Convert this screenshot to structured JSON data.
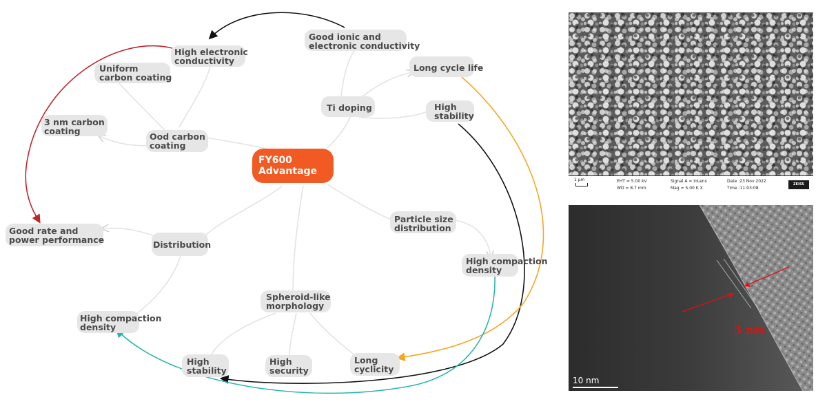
{
  "diagram": {
    "center": {
      "line1": "FY600",
      "line2": "Advantage",
      "color": "#f15a22"
    },
    "nodes": {
      "good_ionic": [
        "Good ionic and",
        "electronic conductivity"
      ],
      "high_electronic": [
        "High electronic",
        "conductivity"
      ],
      "long_cycle_life": [
        "Long cycle life"
      ],
      "uniform_carbon": [
        "Uniform",
        "carbon coating"
      ],
      "ti_doping": [
        "Ti doping"
      ],
      "high_stability_top": [
        "High",
        "stability"
      ],
      "three_nm": [
        "3 nm carbon",
        "coating"
      ],
      "ood_carbon": [
        "Ood carbon",
        "coating"
      ],
      "particle_size": [
        "Particle size",
        "distribution"
      ],
      "good_rate": [
        "Good rate and",
        "power performance"
      ],
      "distribution": [
        "Distribution"
      ],
      "high_compaction_right": [
        "High compaction",
        "density"
      ],
      "spheroid": [
        "Spheroid-like",
        "morphology"
      ],
      "high_compaction_left": [
        "High compaction",
        "density"
      ],
      "high_stability_bottom": [
        "High",
        "stability"
      ],
      "high_security": [
        "High",
        "security"
      ],
      "long_cyclicity": [
        "Long",
        "cyclicity"
      ]
    },
    "arrow_colors": {
      "red": "#c0252a",
      "black": "#111111",
      "orange": "#f5a623",
      "teal": "#2bb5b0"
    }
  },
  "sem": {
    "scale": "1 µm",
    "ent": "EHT = 5.00 kV",
    "wd": "WD = 8.7 mm",
    "signal": "Signal A = InLens",
    "mag": "Mag = 5.00 K X",
    "date": "Date :23 Nov 2022",
    "time": "Time :11:03:08",
    "brand": "ZEISS"
  },
  "tem": {
    "label": "3 nm",
    "scale": "10 nm"
  }
}
